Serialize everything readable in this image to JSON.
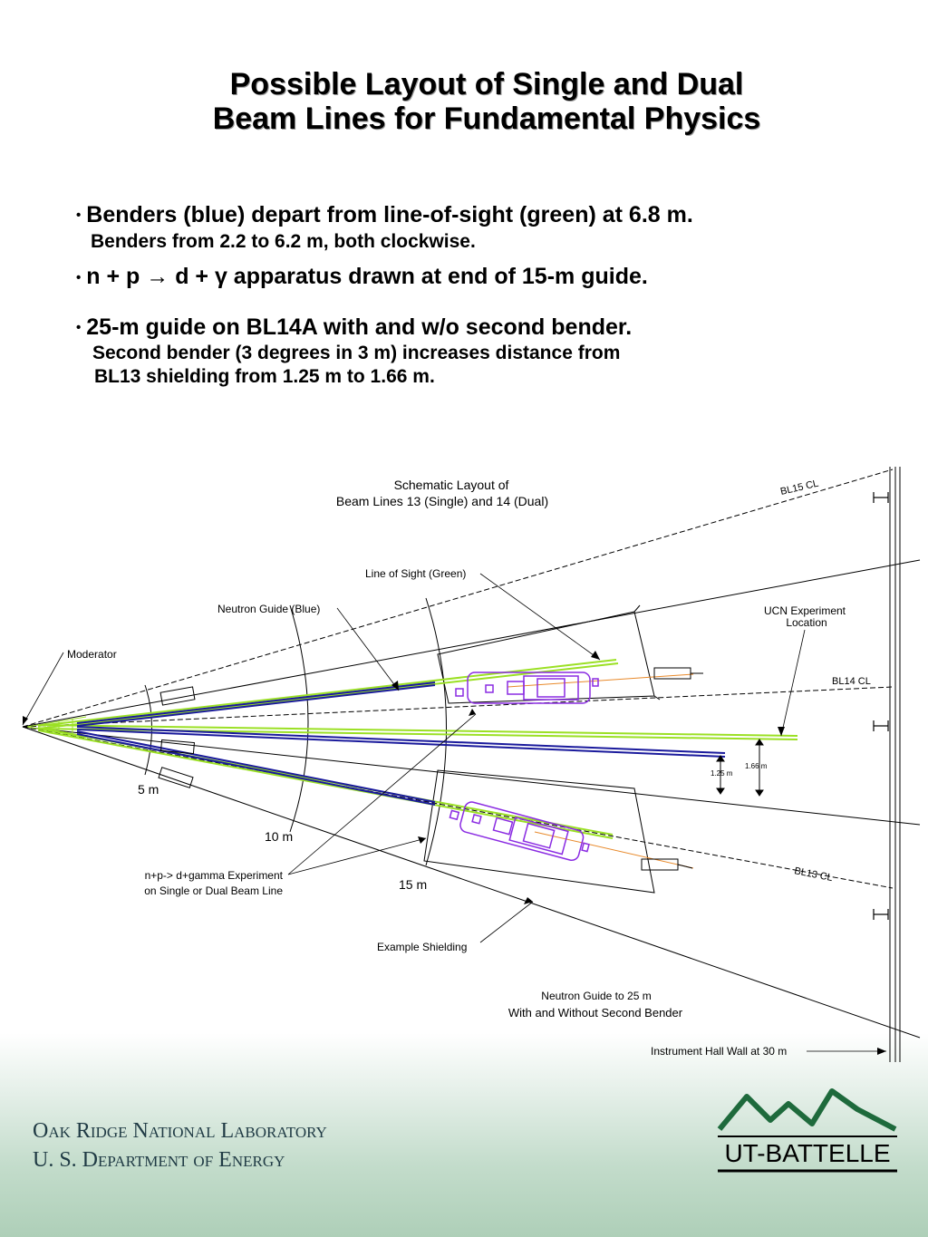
{
  "title": {
    "line1": "Possible Layout of Single and Dual",
    "line2": "Beam Lines for Fundamental Physics"
  },
  "bullets": [
    {
      "main": "Benders (blue) depart from line-of-sight (green) at 6.8 m.",
      "sub": [
        "Benders from 2.2 to 6.2 m, both clockwise."
      ]
    },
    {
      "main": "n + p → d + γ apparatus drawn at end of 15-m guide.",
      "sub": []
    },
    {
      "main": "25-m guide on BL14A with and w/o second bender.",
      "sub": [
        "Second bender (3 degrees in 3 m) increases distance from",
        "BL13 shielding from 1.25 m to 1.66 m."
      ]
    }
  ],
  "diagram": {
    "title_line1": "Schematic Layout of",
    "title_line2": "Beam Lines 13 (Single) and 14 (Dual)",
    "labels": {
      "bl15": "BL15 CL",
      "bl14": "BL14 CL",
      "bl13": "BL13 CL",
      "line_of_sight": "Line of Sight (Green)",
      "neutron_guide": "Neutron Guide (Blue)",
      "moderator": "Moderator",
      "ucn_line1": "UCN Experiment",
      "ucn_line2": "Location",
      "dist_5": "5 m",
      "dist_10": "10 m",
      "dist_15": "15 m",
      "experiment_line1": "n+p-> d+gamma Experiment",
      "experiment_line2": "on Single or Dual Beam Line",
      "shielding": "Example Shielding",
      "guide25_line1": "Neutron Guide to 25 m",
      "guide25_line2": "With and Without Second Bender",
      "wall": "Instrument Hall Wall at 30 m",
      "dim_125": "1.25 m",
      "dim_166": "1.66 m"
    },
    "colors": {
      "guide_blue": "#1a1a9c",
      "line_of_sight_green": "#9be024",
      "apparatus_purple": "#8a2be2",
      "orange_line": "#e8892a"
    }
  },
  "footer": {
    "org_line1": "Oak Ridge National Laboratory",
    "org_line2": "U. S. Department of Energy",
    "logo_text": "UT-BATTELLE",
    "logo_colors": {
      "mountain": "#1e6a3c",
      "text": "#000000"
    }
  }
}
